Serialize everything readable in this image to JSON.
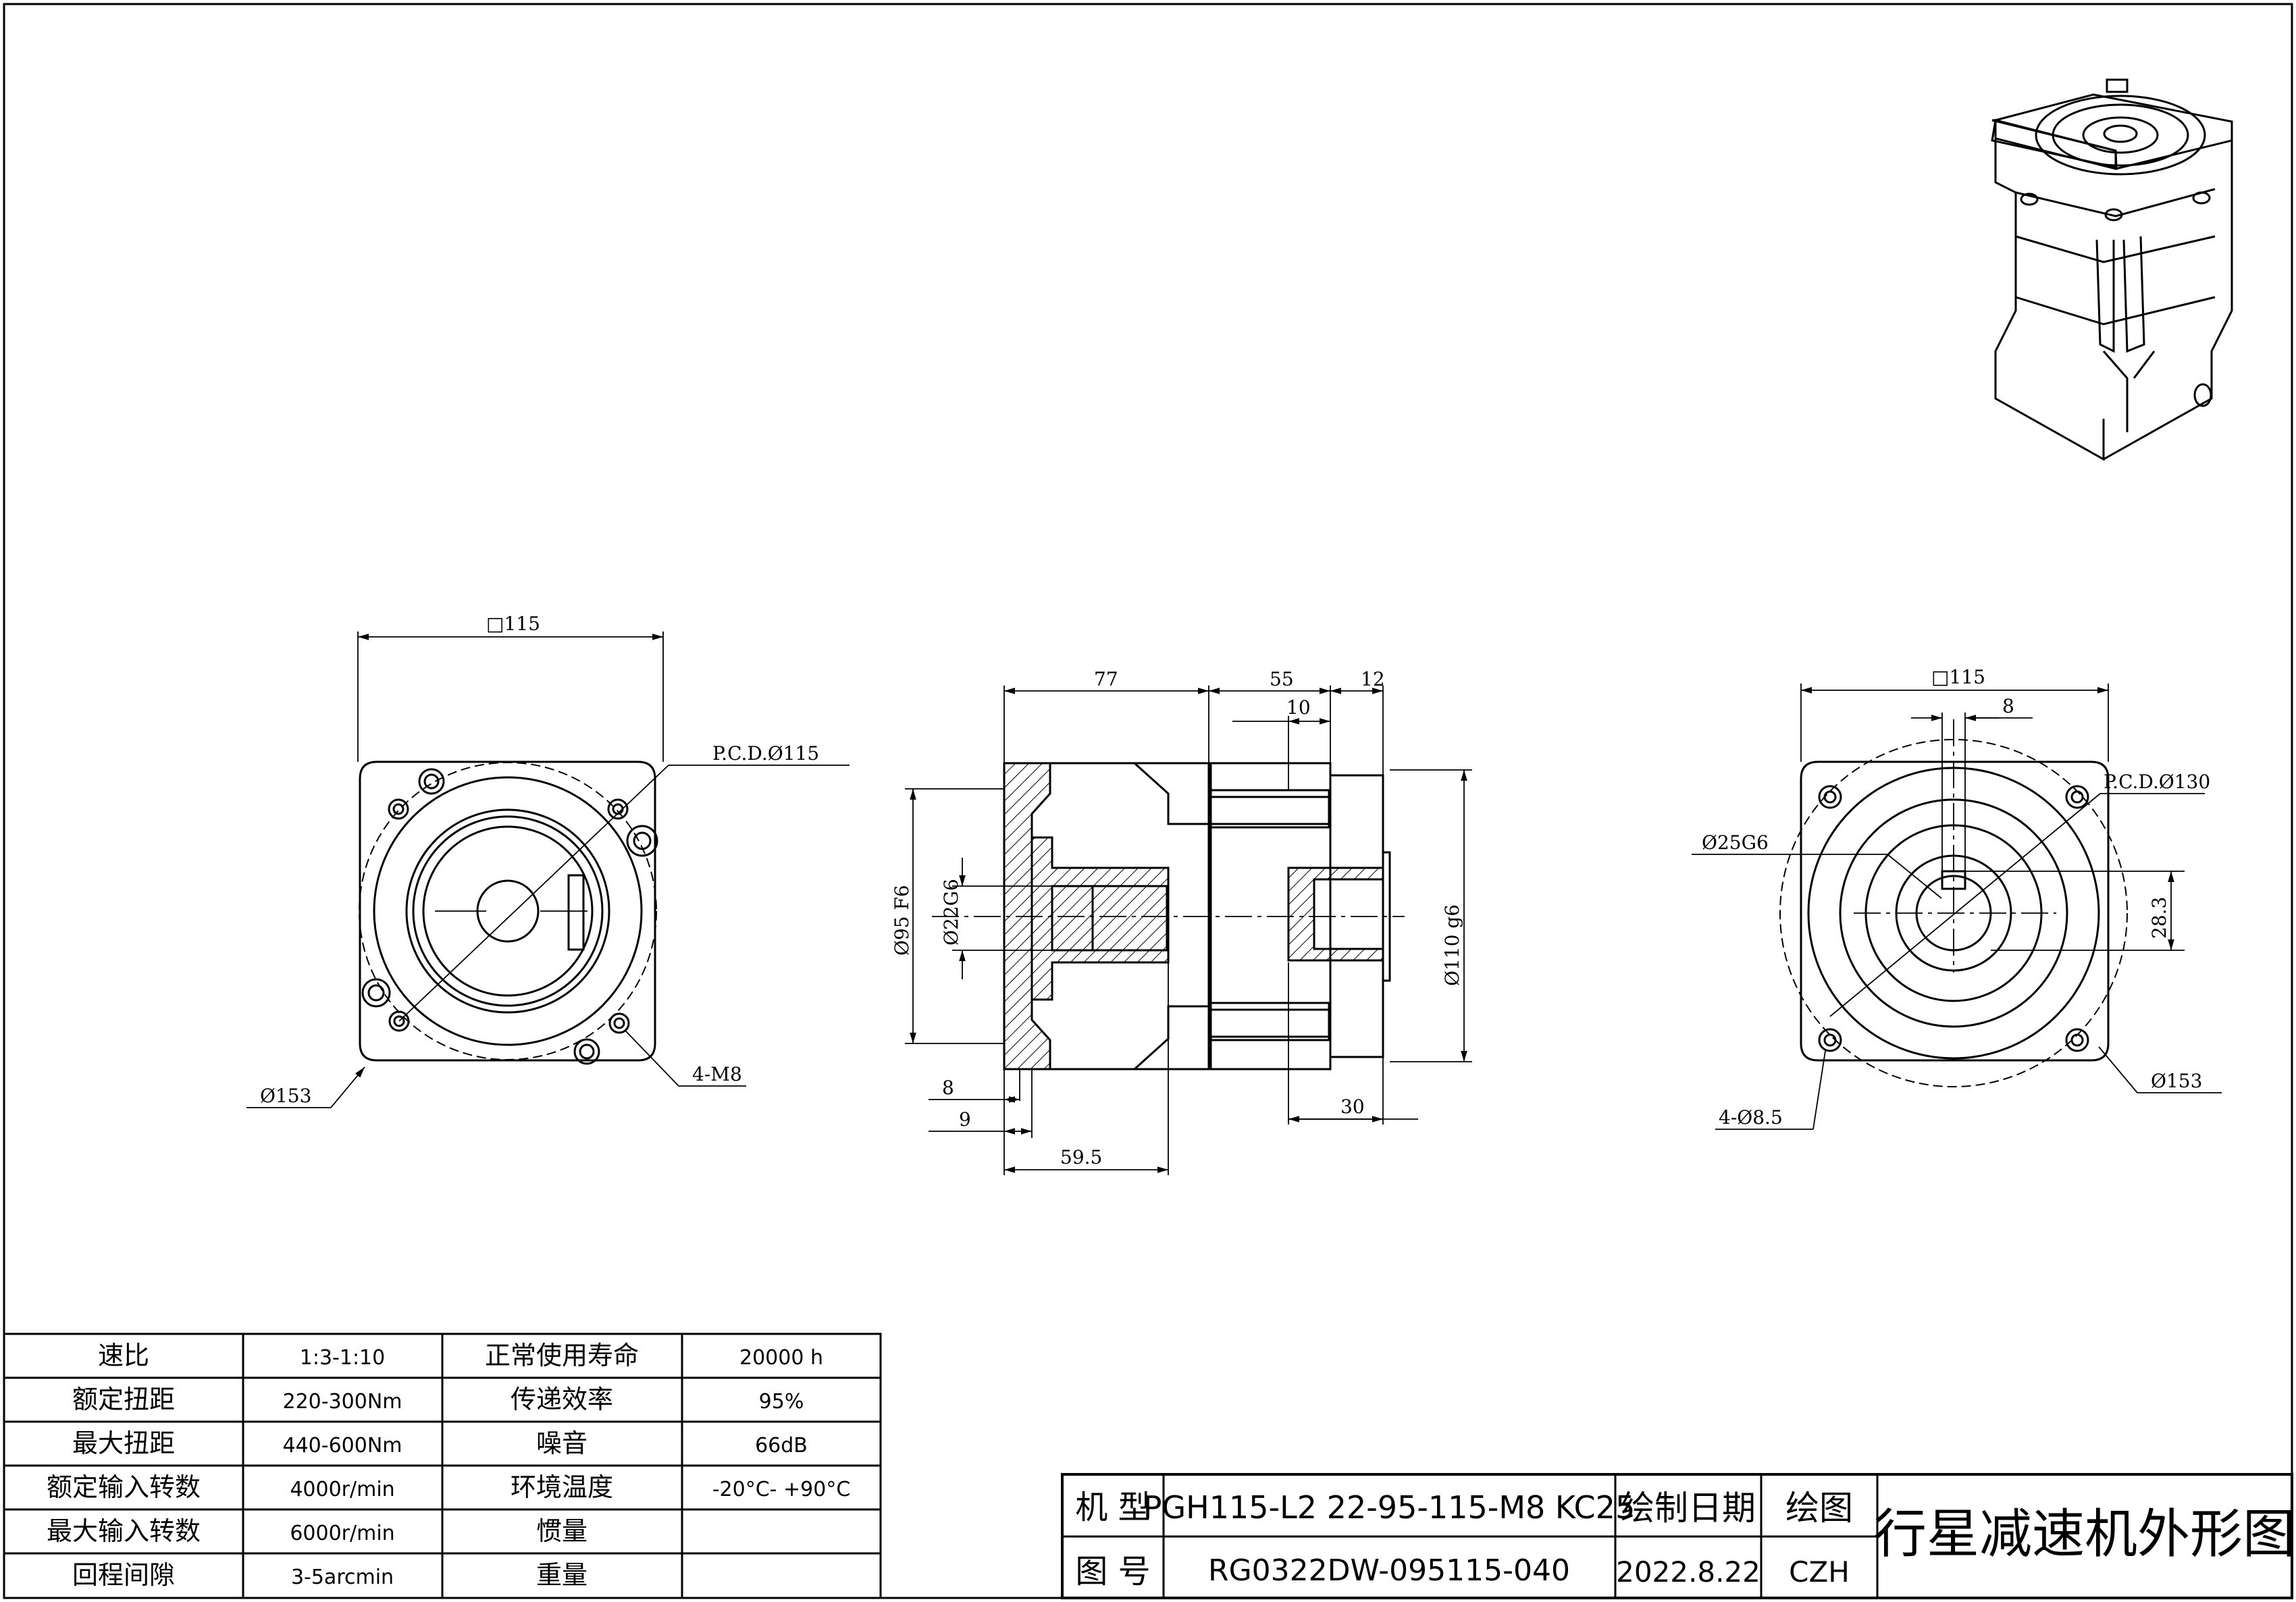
{
  "front_view": {
    "dim_square": "□115",
    "dim_pcd": "P.C.D.Ø115",
    "dim_flange_dia": "Ø153",
    "dim_holes": "4-M8"
  },
  "side_view": {
    "dim_77": "77",
    "dim_55": "55",
    "dim_12": "12",
    "dim_10": "10",
    "dim_pilot": "Ø95 F6",
    "dim_bore": "Ø22G6",
    "dim_output_pilot": "Ø110 g6",
    "dim_8": "8",
    "dim_9": "9",
    "dim_59_5": "59.5",
    "dim_30": "30"
  },
  "rear_view": {
    "dim_square": "□115",
    "dim_key": "8",
    "dim_shaft": "Ø25G6",
    "dim_pcd": "P.C.D.Ø130",
    "dim_key_height": "28.3",
    "dim_flange_dia": "Ø153",
    "dim_holes": "4-Ø8.5"
  },
  "spec_table": [
    {
      "label": "速比",
      "value": "1:3-1:10",
      "label2": "正常使用寿命",
      "value2": "20000 h"
    },
    {
      "label": "额定扭距",
      "value": "220-300Nm",
      "label2": "传递效率",
      "value2": "95%"
    },
    {
      "label": "最大扭距",
      "value": "440-600Nm",
      "label2": "噪音",
      "value2": "66dB"
    },
    {
      "label": "额定输入转数",
      "value": "4000r/min",
      "label2": "环境温度",
      "value2": "-20°C- +90°C"
    },
    {
      "label": "最大输入转数",
      "value": "6000r/min",
      "label2": "惯量",
      "value2": ""
    },
    {
      "label": "回程间隙",
      "value": "3-5arcmin",
      "label2": "重量",
      "value2": ""
    }
  ],
  "title_block": {
    "model_label": "机 型",
    "model_value": "PGH115-L2 22-95-115-M8 KC25",
    "drawing_no_label": "图 号",
    "drawing_no_value": "RG0322DW-095115-040",
    "date_label": "绘制日期",
    "date_value": "2022.8.22",
    "drawn_label": "绘图",
    "drawn_value": "CZH",
    "title": "行星减速机外形图"
  }
}
